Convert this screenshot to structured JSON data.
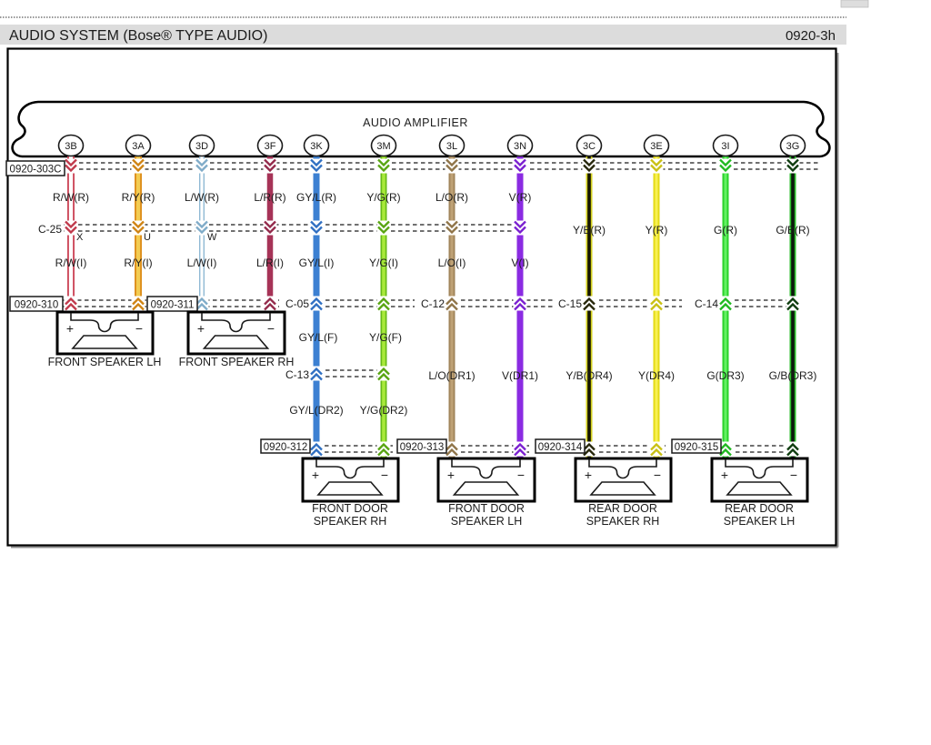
{
  "header": {
    "title": "AUDIO SYSTEM (Bose® TYPE AUDIO)",
    "code": "0920-3h"
  },
  "amplifier": {
    "label": "AUDIO AMPLIFIER",
    "connectors": [
      "3B",
      "3A",
      "3D",
      "3F",
      "3K",
      "3M",
      "3L",
      "3N",
      "3C",
      "3E",
      "3I",
      "3G"
    ]
  },
  "connectors": {
    "amp_tag": "0920-303C",
    "c25": "C-25",
    "c05": "C-05",
    "c12": "C-12",
    "c15": "C-15",
    "c14": "C-14",
    "c13": "C-13",
    "b310": "0920-310",
    "b311": "0920-311",
    "b312": "0920-312",
    "b313": "0920-313",
    "b314": "0920-314",
    "b315": "0920-315"
  },
  "c25_pins": [
    "X",
    "U",
    "W"
  ],
  "wire_labels": {
    "row_r": [
      "R/W(R)",
      "R/Y(R)",
      "L/W(R)",
      "L/R(R)",
      "GY/L(R)",
      "Y/G(R)",
      "L/O(R)",
      "V(R)"
    ],
    "row_r2": [
      "Y/B(R)",
      "Y(R)",
      "G(R)",
      "G/B(R)"
    ],
    "row_i": [
      "R/W(I)",
      "R/Y(I)",
      "L/W(I)",
      "L/R(I)",
      "GY/L(I)",
      "Y/G(I)",
      "L/O(I)",
      "V(I)"
    ],
    "row_f": [
      "GY/L(F)",
      "Y/G(F)"
    ],
    "row_dr": [
      "L/O(DR1)",
      "V(DR1)",
      "Y/B(DR4)",
      "Y(DR4)",
      "G(DR3)",
      "G/B(DR3)"
    ],
    "row_dr2": [
      "GY/L(DR2)",
      "Y/G(DR2)"
    ]
  },
  "speakers": [
    {
      "line1": "FRONT SPEAKER LH"
    },
    {
      "line1": "FRONT SPEAKER RH"
    },
    {
      "line1": "FRONT DOOR",
      "line2": "SPEAKER RH"
    },
    {
      "line1": "FRONT DOOR",
      "line2": "SPEAKER LH"
    },
    {
      "line1": "REAR DOOR",
      "line2": "SPEAKER RH"
    },
    {
      "line1": "REAR DOOR",
      "line2": "SPEAKER LH"
    }
  ],
  "terminals": {
    "plus": "+",
    "minus": "−"
  },
  "colors": {
    "rw_edge": "#cd4a5c",
    "rw_core": "#ffffff",
    "ry_edge": "#dd8f1d",
    "ry_core": "#f3cc52",
    "lw_edge": "#8fb9d4",
    "lw_core": "#ffffff",
    "lr": "#a63357",
    "gyl": "#3c80d2",
    "yg_edge": "#66ba17",
    "yg_core": "#a9e93b",
    "lo_edge": "#a1855b",
    "lo_core": "#bfa276",
    "v": "#8a2be2",
    "yb_edge": "#d2cf1d",
    "yb_core": "#151500",
    "y_edge": "#e3da17",
    "y_core": "#f8f152",
    "g_edge": "#2bd22b",
    "g_core": "#63f163",
    "gb_edge": "#2abd2a",
    "gb_core": "#0d170d",
    "chevrons": [
      "#c0394b",
      "#cf8312",
      "#7fabc8",
      "#93294a",
      "#2f6fc2",
      "#57a410",
      "#8f7448",
      "#7a1fd0",
      "#26260a",
      "#c9c013",
      "#1fb91f",
      "#0e3c0e"
    ]
  }
}
